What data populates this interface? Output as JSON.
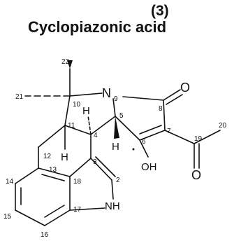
{
  "compound_number": "(3)",
  "compound_name": "Cyclopiazonic acid",
  "locants": {
    "c2": "2",
    "c3": "3",
    "c4": "4",
    "c5": "5",
    "c6": "6",
    "c7": "7",
    "c8": "8",
    "c10": "10",
    "c11": "11",
    "c12": "12",
    "c13": "13",
    "c14": "14",
    "c15": "15",
    "c16": "16",
    "c17": "17",
    "c18": "18",
    "c19": "19",
    "c20": "20",
    "c21": "21",
    "c22": "22"
  },
  "atoms": {
    "n9": "N",
    "n9_locant": "9",
    "oxo_o": "O",
    "acyl_o": "O",
    "hydroxyl": "OH",
    "indole_nh": "NH",
    "h11": "H",
    "h4": "H",
    "h5": "H"
  }
}
